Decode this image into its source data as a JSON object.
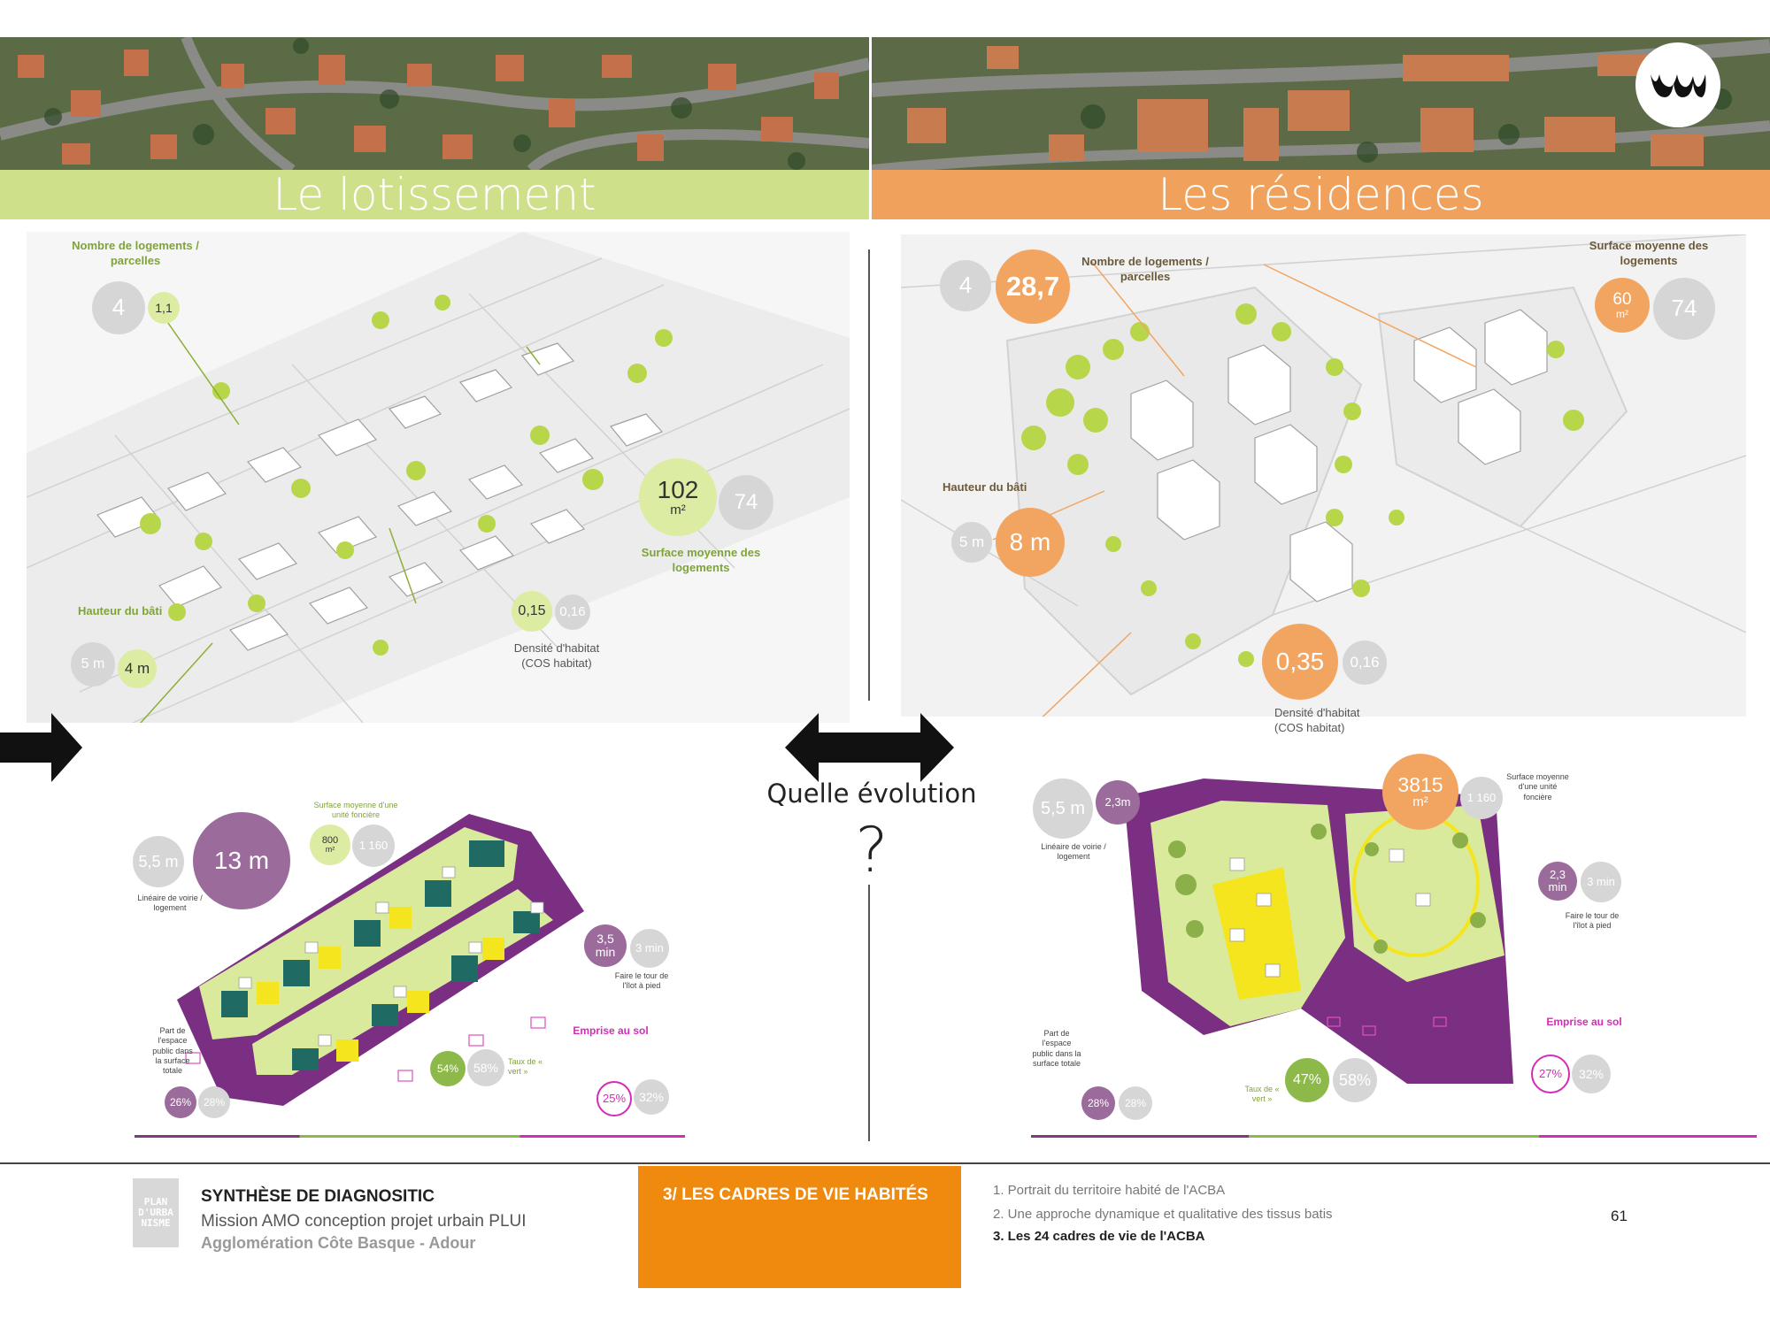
{
  "brand": {
    "logo_text": "PLAN D'URBA NISME"
  },
  "left": {
    "title": "Le lotissement",
    "parcelles": {
      "label": "Nombre de logements / parcelles",
      "ref": "4",
      "value": "1,1"
    },
    "surface": {
      "value": "102",
      "unit": "m²",
      "ref": "74",
      "label": "Surface moyenne des logements"
    },
    "hauteur": {
      "label": "Hauteur du bâti",
      "ref": "5 m",
      "value": "4 m"
    },
    "densite": {
      "value": "0,15",
      "ref": "0,16",
      "label": "Densité d'habitat (COS habitat)"
    },
    "plan": {
      "surface_unite": {
        "label": "Surface moyenne d'une unité foncière",
        "value": "800",
        "unit": "m²",
        "ref": "1 160"
      },
      "voirie": {
        "ref": "5,5 m",
        "value": "13 m",
        "label": "Linéaire de voirie / logement"
      },
      "tour": {
        "value": "3,5",
        "unit": "min",
        "ref": "3 min",
        "label": "Faire le tour de l'îlot à pied"
      },
      "emprise": {
        "label": "Emprise au sol",
        "value": "25%",
        "ref": "32%"
      },
      "vert": {
        "value": "54%",
        "ref": "58%",
        "label": "Taux de « vert »"
      },
      "public": {
        "value": "26%",
        "ref": "28%",
        "label": "Part de l'espace public dans la surface totale"
      }
    }
  },
  "right": {
    "title": "Les résidences",
    "parcelles": {
      "label": "Nombre de logements / parcelles",
      "ref": "4",
      "value": "28,7"
    },
    "surface": {
      "label": "Surface moyenne des logements",
      "value": "60",
      "unit": "m²",
      "ref": "74"
    },
    "hauteur": {
      "label": "Hauteur du bâti",
      "ref": "5 m",
      "value": "8 m"
    },
    "densite": {
      "value": "0,35",
      "ref": "0,16",
      "label": "Densité d'habitat (COS habitat)"
    },
    "plan": {
      "voirie": {
        "ref": "5,5 m",
        "value": "2,3m",
        "label": "Linéaire de voirie / logement"
      },
      "surface_unite": {
        "value": "3815",
        "unit": "m²",
        "ref": "1 160",
        "label": "Surface moyenne d'une unité foncière"
      },
      "tour": {
        "value": "2,3",
        "unit": "min",
        "ref": "3 min",
        "label": "Faire le tour de l'îlot à pied"
      },
      "emprise": {
        "label": "Emprise au sol",
        "value": "27%",
        "ref": "32%"
      },
      "vert": {
        "value": "47%",
        "ref": "58%",
        "label": "Taux de « vert »"
      },
      "public": {
        "value": "28%",
        "ref": "28%",
        "label": "Part de l'espace public dans la surface totale"
      }
    }
  },
  "center": {
    "question": "Quelle évolution",
    "mark": "?"
  },
  "footer": {
    "doc_title": "SYNTHÈSE DE DIAGNOSITIC",
    "mission": "Mission AMO conception projet urbain PLUI",
    "agglo": "Agglomération Côte Basque - Adour",
    "section": "3/ LES CADRES DE VIE HABITÉS",
    "toc": [
      "1. Portrait du territoire habité de l'ACBA",
      "2. Une approche dynamique et qualitative des tissus batis",
      "3. Les 24 cadres de vie de l'ACBA"
    ],
    "page": "61"
  },
  "colors": {
    "lime": "#cfe08a",
    "orange": "#f0a25c",
    "purple": "#7a3b80",
    "footer_orange": "#f08a0e"
  }
}
